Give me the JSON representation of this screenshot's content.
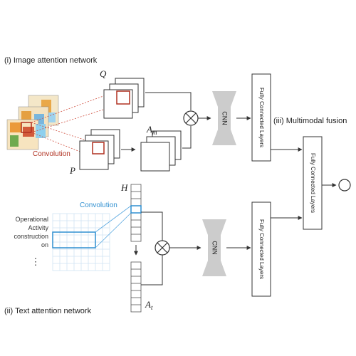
{
  "labels": {
    "image_network": "(i) Image attention network",
    "text_network": "(ii) Text attention network",
    "fusion": "(iii) Multimodal fusion",
    "convolution_image": "Convolution",
    "convolution_text": "Convolution",
    "q": "Q",
    "p": "P",
    "am_base": "A",
    "am_sub": "m",
    "h": "H",
    "at_base": "A",
    "at_sub": "t",
    "cnn_top": "CNN",
    "cnn_bottom": "CNN",
    "fc_top": "Fully Connected Layers",
    "fc_bottom": "Fully Connected Layers",
    "fc_fusion": "Fully Connected Layers",
    "text_line1": "Operational",
    "text_line2": "Activity",
    "text_line3": "construction",
    "text_line4": "on",
    "ellipsis": "⋮"
  },
  "icons": {
    "multiply_top": "circled-times-icon",
    "multiply_bottom": "circled-times-icon",
    "output_node": "output-circle-icon",
    "down_arrow": "down-arrow-icon"
  },
  "colors": {
    "line": "#333333",
    "red": "#b03020",
    "blue": "#2f8fd0",
    "grid": "#cfe3f3",
    "cnn_fill": "#cccccc"
  }
}
